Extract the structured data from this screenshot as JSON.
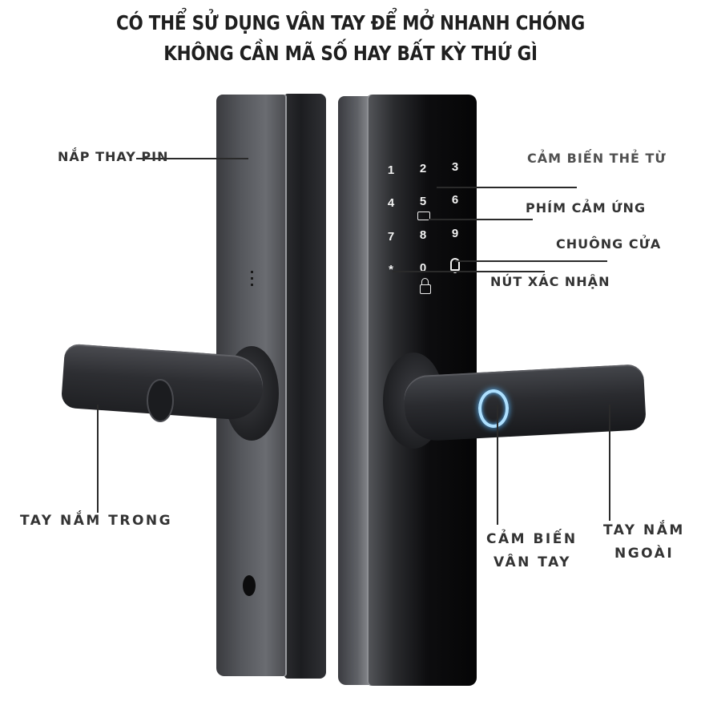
{
  "headline": {
    "line1": "CÓ THỂ SỬ DỤNG VÂN TAY ĐỂ MỞ NHANH CHÓNG",
    "line2": "KHÔNG CẦN MÃ SỐ HAY BẤT KỲ THỨ GÌ"
  },
  "callouts": {
    "battery_cover": "NẮP THAY PIN",
    "card_sensor": "CẢM BIẾN THẺ TỪ",
    "touch_keys": "PHÍM CẢM ỨNG",
    "doorbell": "CHUÔNG CỬA",
    "confirm_button": "NÚT XÁC NHẬN",
    "inner_handle": "TAY NẮM TRONG",
    "fingerprint_sensor_line1": "CẢM BIẾN",
    "fingerprint_sensor_line2": "VÂN TAY",
    "outer_handle_line1": "TAY NẮM",
    "outer_handle_line2": "NGOÀI"
  },
  "keypad": {
    "keys": [
      "1",
      "2",
      "3",
      "4",
      "5",
      "6",
      "7",
      "8",
      "9",
      "*",
      "0"
    ],
    "icons": [
      "card-icon",
      "doorbell-icon",
      "lock-icon"
    ]
  },
  "colors": {
    "text": "#333333",
    "lock_body": "#1c1d20",
    "fingerprint_glow": "#aee0ff"
  }
}
